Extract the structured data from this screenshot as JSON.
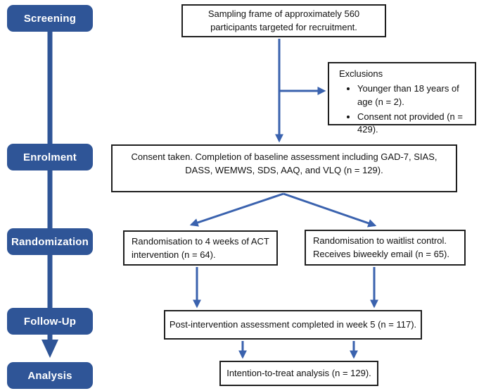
{
  "stages": [
    "Screening",
    "Enrolment",
    "Randomization",
    "Follow-Up",
    "Analysis"
  ],
  "boxes": {
    "sampling": "Sampling frame of approximately 560 participants targeted for recruitment.",
    "exclusions": {
      "title": "Exclusions",
      "items": [
        "Younger than 18 years of age (n = 2).",
        "Consent not provided (n = 429)."
      ]
    },
    "enrolment": "Consent taken. Completion of baseline assessment including GAD-7, SIAS, DASS, WEMWS, SDS, AAQ, and VLQ (n = 129).",
    "act_arm": "Randomisation to 4 weeks of ACT intervention (n = 64).",
    "waitlist_arm": "Randomisation to waitlist control. Receives biweekly email (n = 65).",
    "followup": "Post-intervention assessment completed in week 5 (n = 117).",
    "analysis": "Intention-to-treat analysis (n = 129)."
  },
  "colors": {
    "stage_blue": "#2F5597",
    "arrow_blue": "#3A62AE",
    "box_border": "#1F1F1F"
  }
}
